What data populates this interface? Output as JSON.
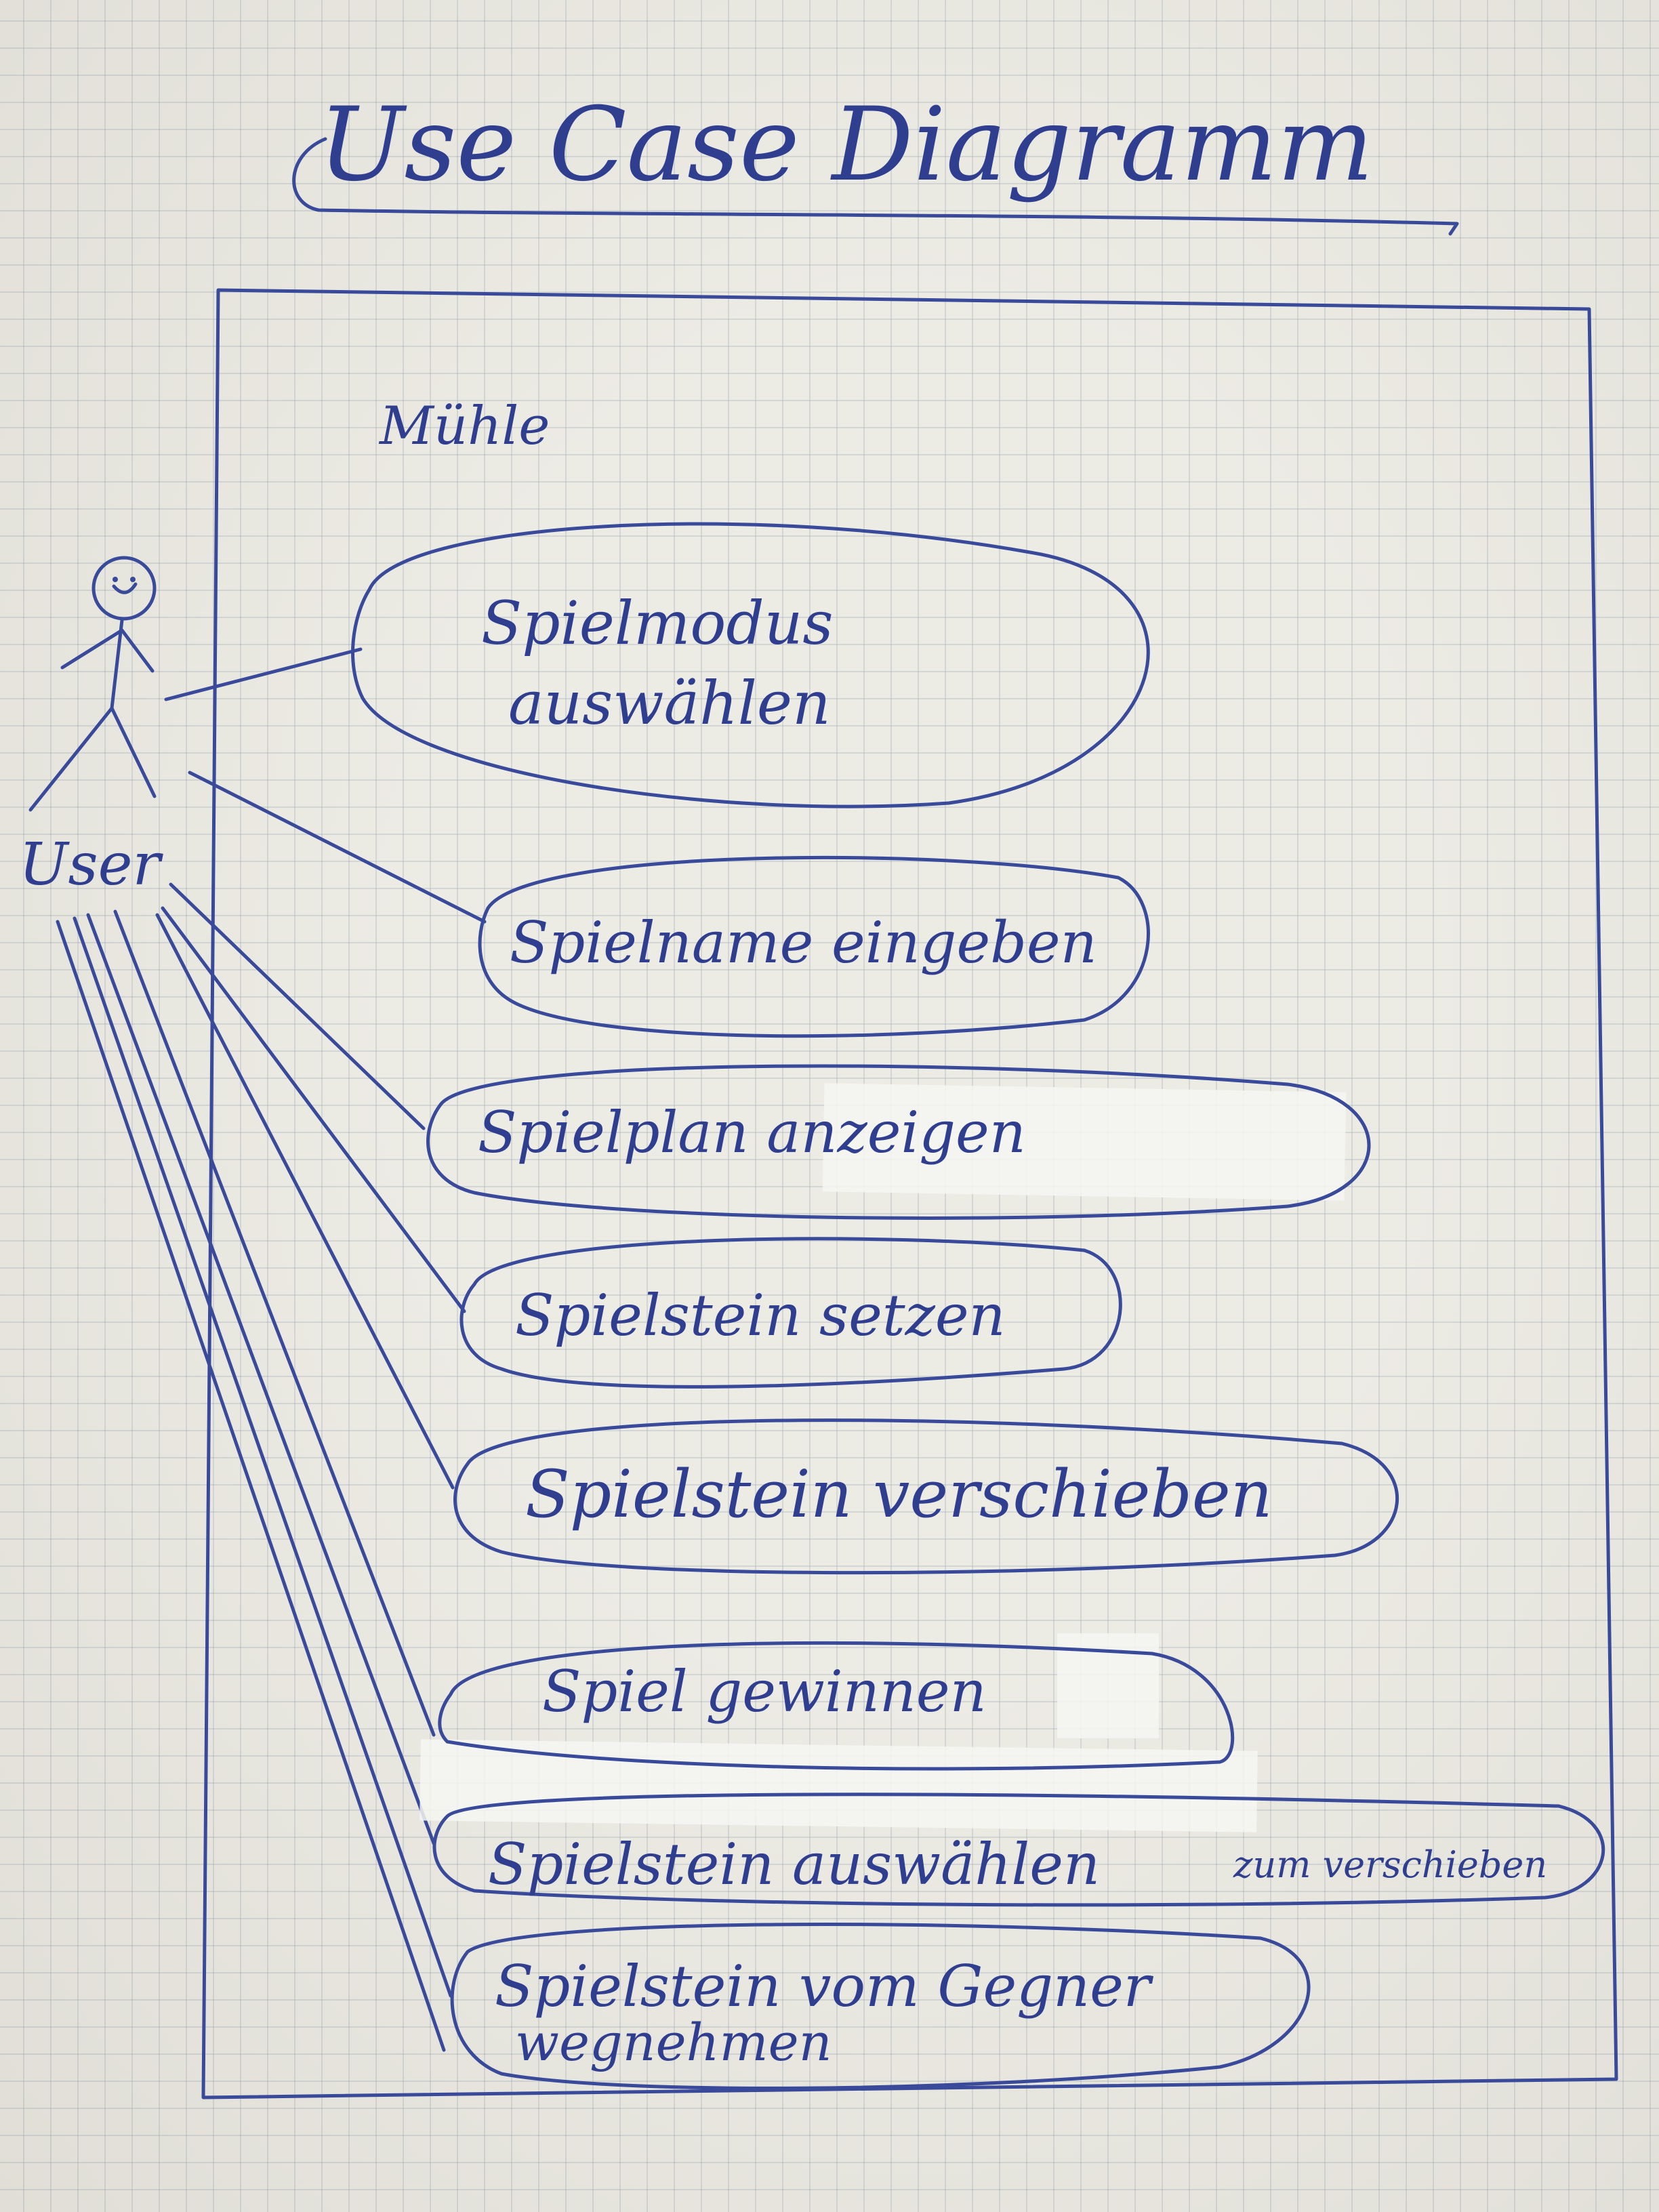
{
  "title": "Use Case Diagramm",
  "system_boundary": {
    "label": "Mühle"
  },
  "actor": {
    "label": "User",
    "icon": "stick-figure-icon"
  },
  "use_cases": [
    {
      "id": "spielmodus",
      "line1": "Spielmodus",
      "line2": "auswählen"
    },
    {
      "id": "spielname",
      "line1": "Spielname eingeben"
    },
    {
      "id": "spielplan",
      "line1": "Spielplan anzeigen"
    },
    {
      "id": "setzen",
      "line1": "Spielstein setzen"
    },
    {
      "id": "verschieben",
      "line1": "Spielstein verschieben"
    },
    {
      "id": "gewinnen",
      "line1": "Spiel gewinnen"
    },
    {
      "id": "auswaehlen",
      "line1": "Spielstein auswählen",
      "line1_small": "zum verschieben"
    },
    {
      "id": "wegnehmen",
      "line1": "Spielstein vom Gegner",
      "line2": "wegnehmen"
    }
  ],
  "colors": {
    "ink": "#3a4a9a",
    "paper": "#ecebe4",
    "grid": "#a0a8b6"
  }
}
